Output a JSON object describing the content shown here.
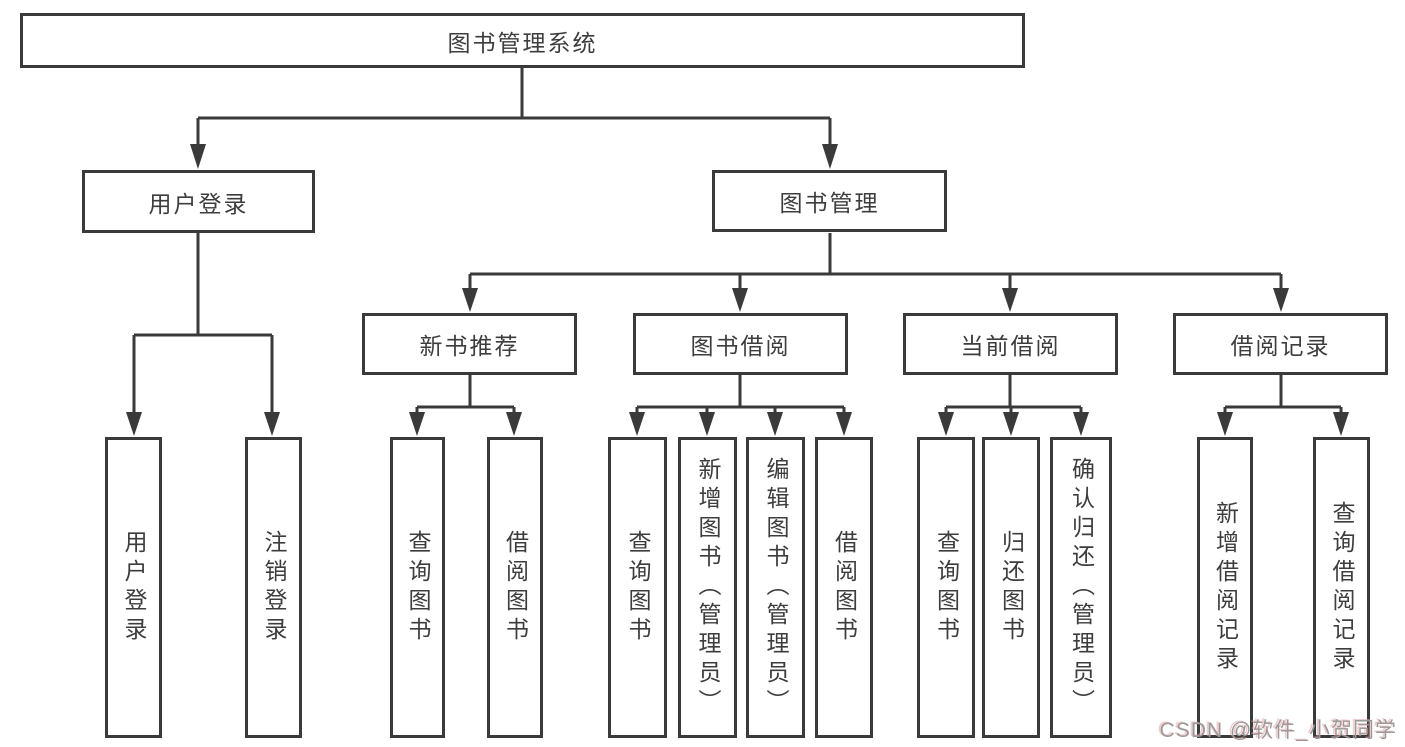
{
  "diagram_title": "图书管理系统",
  "tree": {
    "label": "图书管理系统",
    "children": [
      {
        "label": "用户登录",
        "children": [
          {
            "label": "用户登录"
          },
          {
            "label": "注销登录"
          }
        ]
      },
      {
        "label": "图书管理",
        "children": [
          {
            "label": "新书推荐",
            "children": [
              {
                "label": "查询图书"
              },
              {
                "label": "借阅图书"
              }
            ]
          },
          {
            "label": "图书借阅",
            "children": [
              {
                "label": "查询图书"
              },
              {
                "label": "新增图书（管理员）"
              },
              {
                "label": "编辑图书（管理员）"
              },
              {
                "label": "借阅图书"
              }
            ]
          },
          {
            "label": "当前借阅",
            "children": [
              {
                "label": "查询图书"
              },
              {
                "label": "归还图书"
              },
              {
                "label": "确认归还（管理员）"
              }
            ]
          },
          {
            "label": "借阅记录",
            "children": [
              {
                "label": "新增借阅记录"
              },
              {
                "label": "查询借阅记录"
              }
            ]
          }
        ]
      }
    ]
  },
  "watermark": {
    "text": "CSDN @软件_小贺同学"
  },
  "colors": {
    "line": "#3a3a3a",
    "background": "#ffffff",
    "watermark_gray": "#9a9a9a",
    "watermark_pink": "#e8a0a0"
  }
}
